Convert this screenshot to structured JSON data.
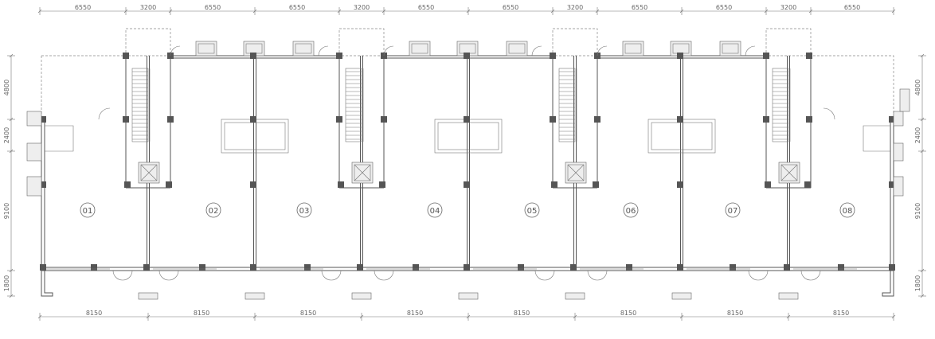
{
  "top_dimensions": [
    "6550",
    "3200",
    "6550",
    "6550",
    "3200",
    "6550",
    "6550",
    "3200",
    "6550",
    "6550",
    "3200",
    "6550"
  ],
  "bottom_dimensions": [
    "8150",
    "8150",
    "8150",
    "8150",
    "8150",
    "8150",
    "8150",
    "8150"
  ],
  "left_dimensions": [
    "4800",
    "2400",
    "9100",
    "1800"
  ],
  "right_dimensions": [
    "4800",
    "2400",
    "9100",
    "1800"
  ],
  "unit_labels": [
    "01",
    "02",
    "03",
    "04",
    "05",
    "06",
    "07",
    "08"
  ]
}
